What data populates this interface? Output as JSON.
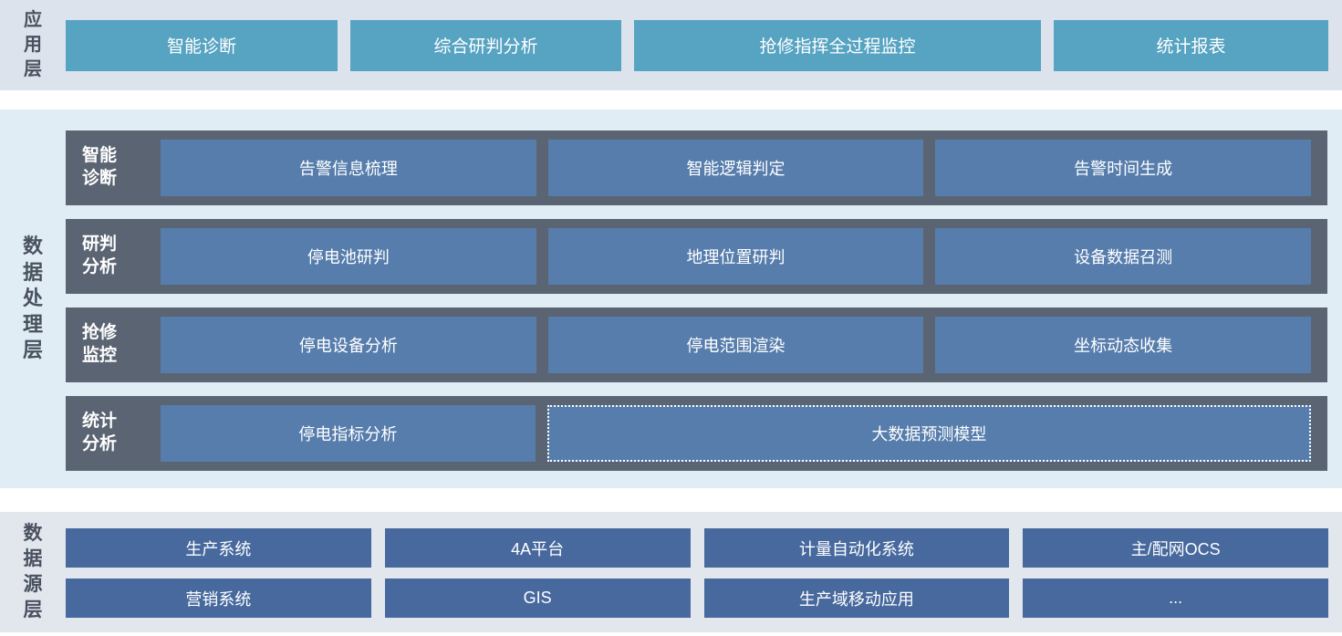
{
  "colors": {
    "app_band_bg": "#dde3ec",
    "app_button_bg": "#57a3c2",
    "process_band_bg": "#e0edf4",
    "row_bg": "#5b6472",
    "process_box_bg": "#567dac",
    "source_band_bg": "#e2e7ee",
    "source_box_bg": "#47699e",
    "label_text": "#49515f",
    "box_text": "#ffffff"
  },
  "app_layer": {
    "label": "应用层",
    "buttons": [
      "智能诊断",
      "综合研判分析",
      "抢修指挥全过程监控",
      "统计报表"
    ]
  },
  "process_layer": {
    "label": "数据处理层",
    "rows": [
      {
        "label": "智能\n诊断",
        "boxes": [
          "告警信息梳理",
          "智能逻辑判定",
          "告警时间生成"
        ]
      },
      {
        "label": "研判\n分析",
        "boxes": [
          "停电池研判",
          "地理位置研判",
          "设备数据召测"
        ]
      },
      {
        "label": "抢修\n监控",
        "boxes": [
          "停电设备分析",
          "停电范围渲染",
          "坐标动态收集"
        ]
      },
      {
        "label": "统计\n分析",
        "boxes": [
          "停电指标分析"
        ],
        "dashed_box": "大数据预测模型"
      }
    ]
  },
  "source_layer": {
    "label": "数据源层",
    "rows": [
      [
        "生产系统",
        "4A平台",
        "计量自动化系统",
        "主/配网OCS"
      ],
      [
        "营销系统",
        "GIS",
        "生产域移动应用",
        "..."
      ]
    ]
  }
}
